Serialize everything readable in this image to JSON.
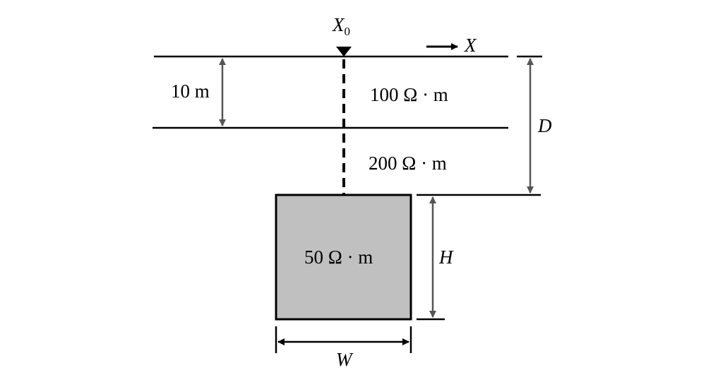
{
  "labels": {
    "origin_main": "X",
    "origin_sub": "0",
    "x_axis": "X",
    "layer_thickness": "10 m",
    "layer1_resistivity": "100 Ω · m",
    "layer2_resistivity": "200 Ω · m",
    "block_resistivity": "50 Ω · m",
    "depth": "D",
    "height": "H",
    "width": "W"
  },
  "colors": {
    "block_fill": "#c0c0c0",
    "line": "#000000",
    "arrow_gray": "#555555"
  }
}
